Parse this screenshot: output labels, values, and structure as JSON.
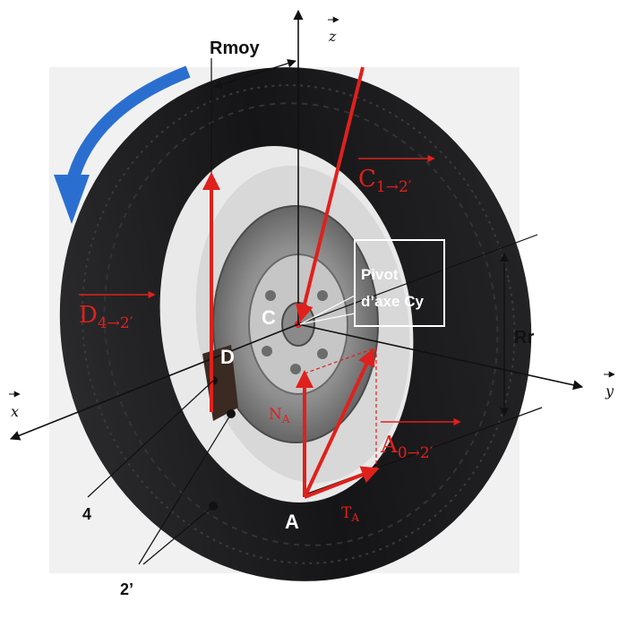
{
  "labels": {
    "rmoy": "Rmoy",
    "z_axis": "z",
    "x_axis": "x",
    "y_axis": "y",
    "rr": "Rr",
    "point_c": "C",
    "point_d": "D",
    "point_a": "A",
    "part_4": "4",
    "part_2": "2’",
    "pivot_line1": "Pivot",
    "pivot_line2": "d’axe Cy"
  },
  "forces": {
    "c_main": "C",
    "c_sub": "1→2′",
    "d_main": "D",
    "d_sub": "4→2′",
    "a_main": "A",
    "a_sub": "0→2′",
    "na_main": "N",
    "na_sub": "A",
    "ta_main": "T",
    "ta_sub": "A"
  },
  "colors": {
    "force": "#e0201c",
    "rotation_arrow": "#2a6fd0",
    "tire": "#1c1c1e",
    "axis": "#111111"
  }
}
